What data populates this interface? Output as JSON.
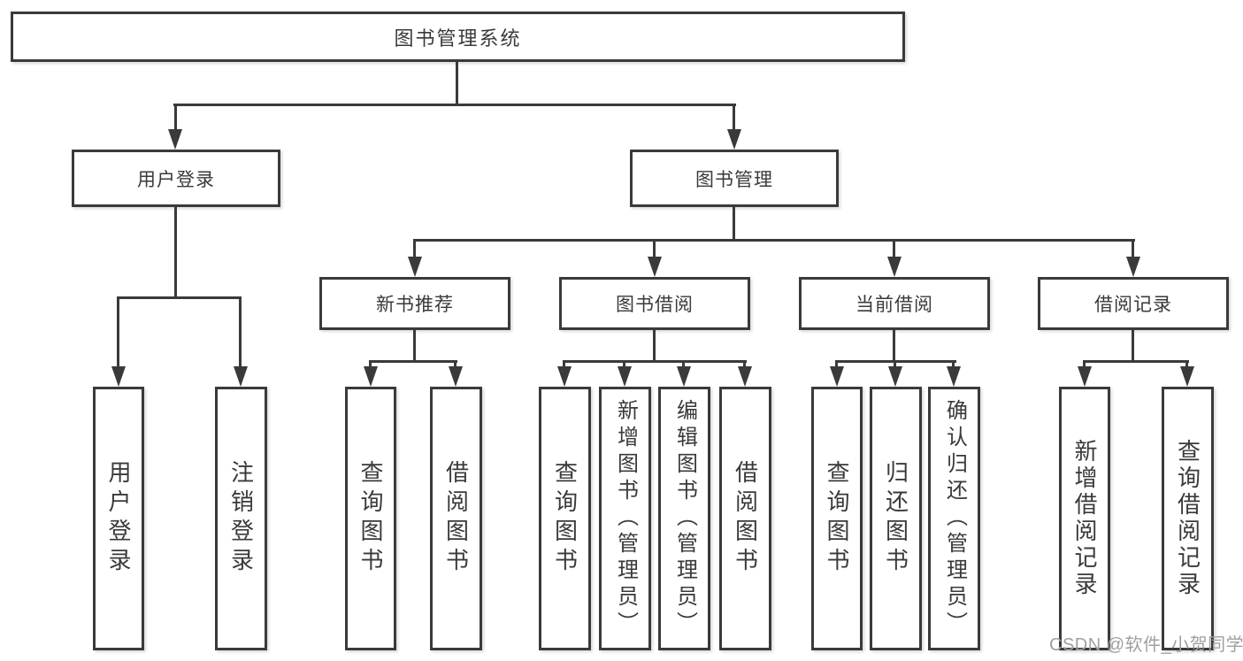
{
  "diagram_title": "图书管理系统",
  "tree": {
    "root": "图书管理系统",
    "children": [
      {
        "label": "用户登录",
        "children": [
          {
            "label": "用户登录"
          },
          {
            "label": "注销登录"
          }
        ]
      },
      {
        "label": "图书管理",
        "children": [
          {
            "label": "新书推荐",
            "children": [
              {
                "label": "查询图书"
              },
              {
                "label": "借阅图书"
              }
            ]
          },
          {
            "label": "图书借阅",
            "children": [
              {
                "label": "查询图书"
              },
              {
                "label": "新增图书（管理员）"
              },
              {
                "label": "编辑图书（管理员）"
              },
              {
                "label": "借阅图书"
              }
            ]
          },
          {
            "label": "当前借阅",
            "children": [
              {
                "label": "查询图书"
              },
              {
                "label": "归还图书"
              },
              {
                "label": "确认归还（管理员）"
              }
            ]
          },
          {
            "label": "借阅记录",
            "children": [
              {
                "label": "新增借阅记录"
              },
              {
                "label": "查询借阅记录"
              }
            ]
          }
        ]
      }
    ]
  },
  "watermark": {
    "text": "CSDN @软件_小贺同学"
  },
  "icons": {
    "arrowhead": "▼"
  },
  "colors": {
    "line": "#3a3a3a",
    "box_border": "#3a3a3a",
    "text": "#3a3a3a",
    "background": "#ffffff",
    "watermark": "#a0a0a0"
  }
}
